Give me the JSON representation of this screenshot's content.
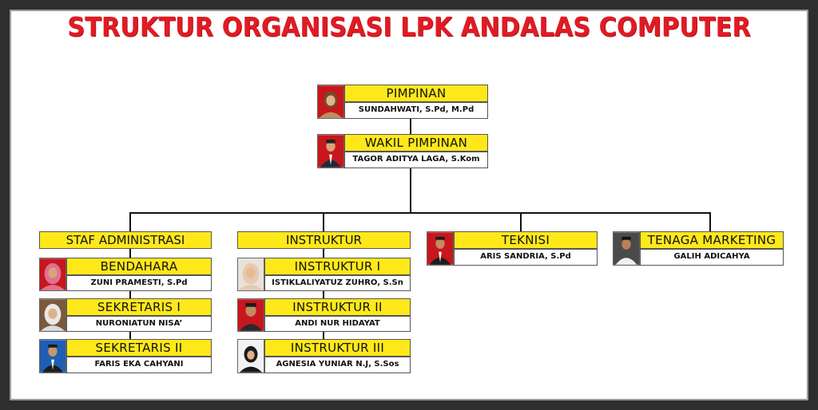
{
  "title": "STRUKTUR ORGANISASI LPK ANDALAS COMPUTER",
  "pimpinan": {
    "role": "PIMPINAN",
    "name": "SUNDAHWATI, S.Pd, M.Pd"
  },
  "wakil": {
    "role": "WAKIL PIMPINAN",
    "name": "TAGOR ADITYA LAGA, S.Kom"
  },
  "staf": {
    "header": "STAF ADMINISTRASI",
    "members": [
      {
        "role": "BENDAHARA",
        "name": "ZUNI PRAMESTI, S.Pd"
      },
      {
        "role": "SEKRETARIS I",
        "name": "NURONIATUN NISA’"
      },
      {
        "role": "SEKRETARIS II",
        "name": "FARIS EKA CAHYANI"
      }
    ]
  },
  "instruktur": {
    "header": "INSTRUKTUR",
    "members": [
      {
        "role": "INSTRUKTUR I",
        "name": "ISTIKLALIYATUZ ZUHRO, S.Sn"
      },
      {
        "role": "INSTRUKTUR II",
        "name": "ANDI NUR HIDAYAT"
      },
      {
        "role": "INSTRUKTUR III",
        "name": "AGNESIA YUNIAR N.J, S.Sos"
      }
    ]
  },
  "teknisi": {
    "role": "TEKNISI",
    "name": "ARIS SANDRIA, S.Pd"
  },
  "marketing": {
    "role": "TENAGA MARKETING",
    "name": "GALIH ADICAHYA"
  },
  "colors": {
    "title": "#e01b24",
    "role_bg": "#ffe81a",
    "photo_red": "#c8161d",
    "photo_blue": "#1e5fb4",
    "photo_white": "#f2f2f2"
  }
}
